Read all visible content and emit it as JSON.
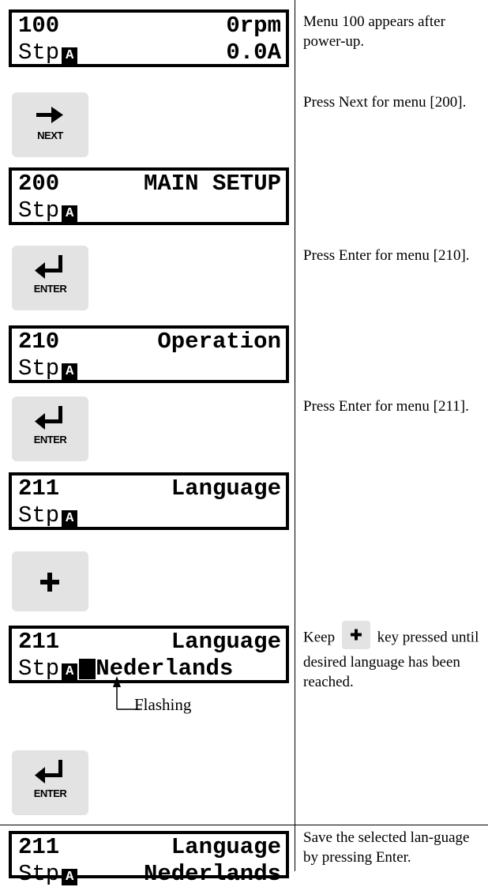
{
  "screens": [
    {
      "left": "100",
      "right": "0rpm",
      "stp": "Stp",
      "a": "A",
      "val": "0.0A"
    },
    {
      "left": "200",
      "right": "MAIN SETUP",
      "stp": "Stp",
      "a": "A",
      "val": ""
    },
    {
      "left": "210",
      "right": "Operation",
      "stp": "Stp",
      "a": "A",
      "val": ""
    },
    {
      "left": "211",
      "right": "Language",
      "stp": "Stp",
      "a": "A",
      "val": ""
    },
    {
      "left": "211",
      "right": "Language",
      "stp": "Stp",
      "a": "A",
      "val": "Nederlands"
    },
    {
      "left": "211",
      "right": "Language",
      "stp": "Stp",
      "a": "A",
      "val": "Nederlands"
    }
  ],
  "keys": {
    "next": "NEXT",
    "enter": "ENTER"
  },
  "descriptions": {
    "d1": "Menu 100 appears after power-up.",
    "d2": "Press Next for menu [200].",
    "d3": "Press Enter for menu [210].",
    "d4": "Press Enter for menu [211].",
    "d5_before": "Keep",
    "d5_after": "key pressed until desired language has been reached.",
    "d6": "Save the selected lan-guage by pressing Enter."
  },
  "flashing_label": "Flashing",
  "colors": {
    "key_bg": "#e3e3e3",
    "lcd_border": "#000000"
  }
}
